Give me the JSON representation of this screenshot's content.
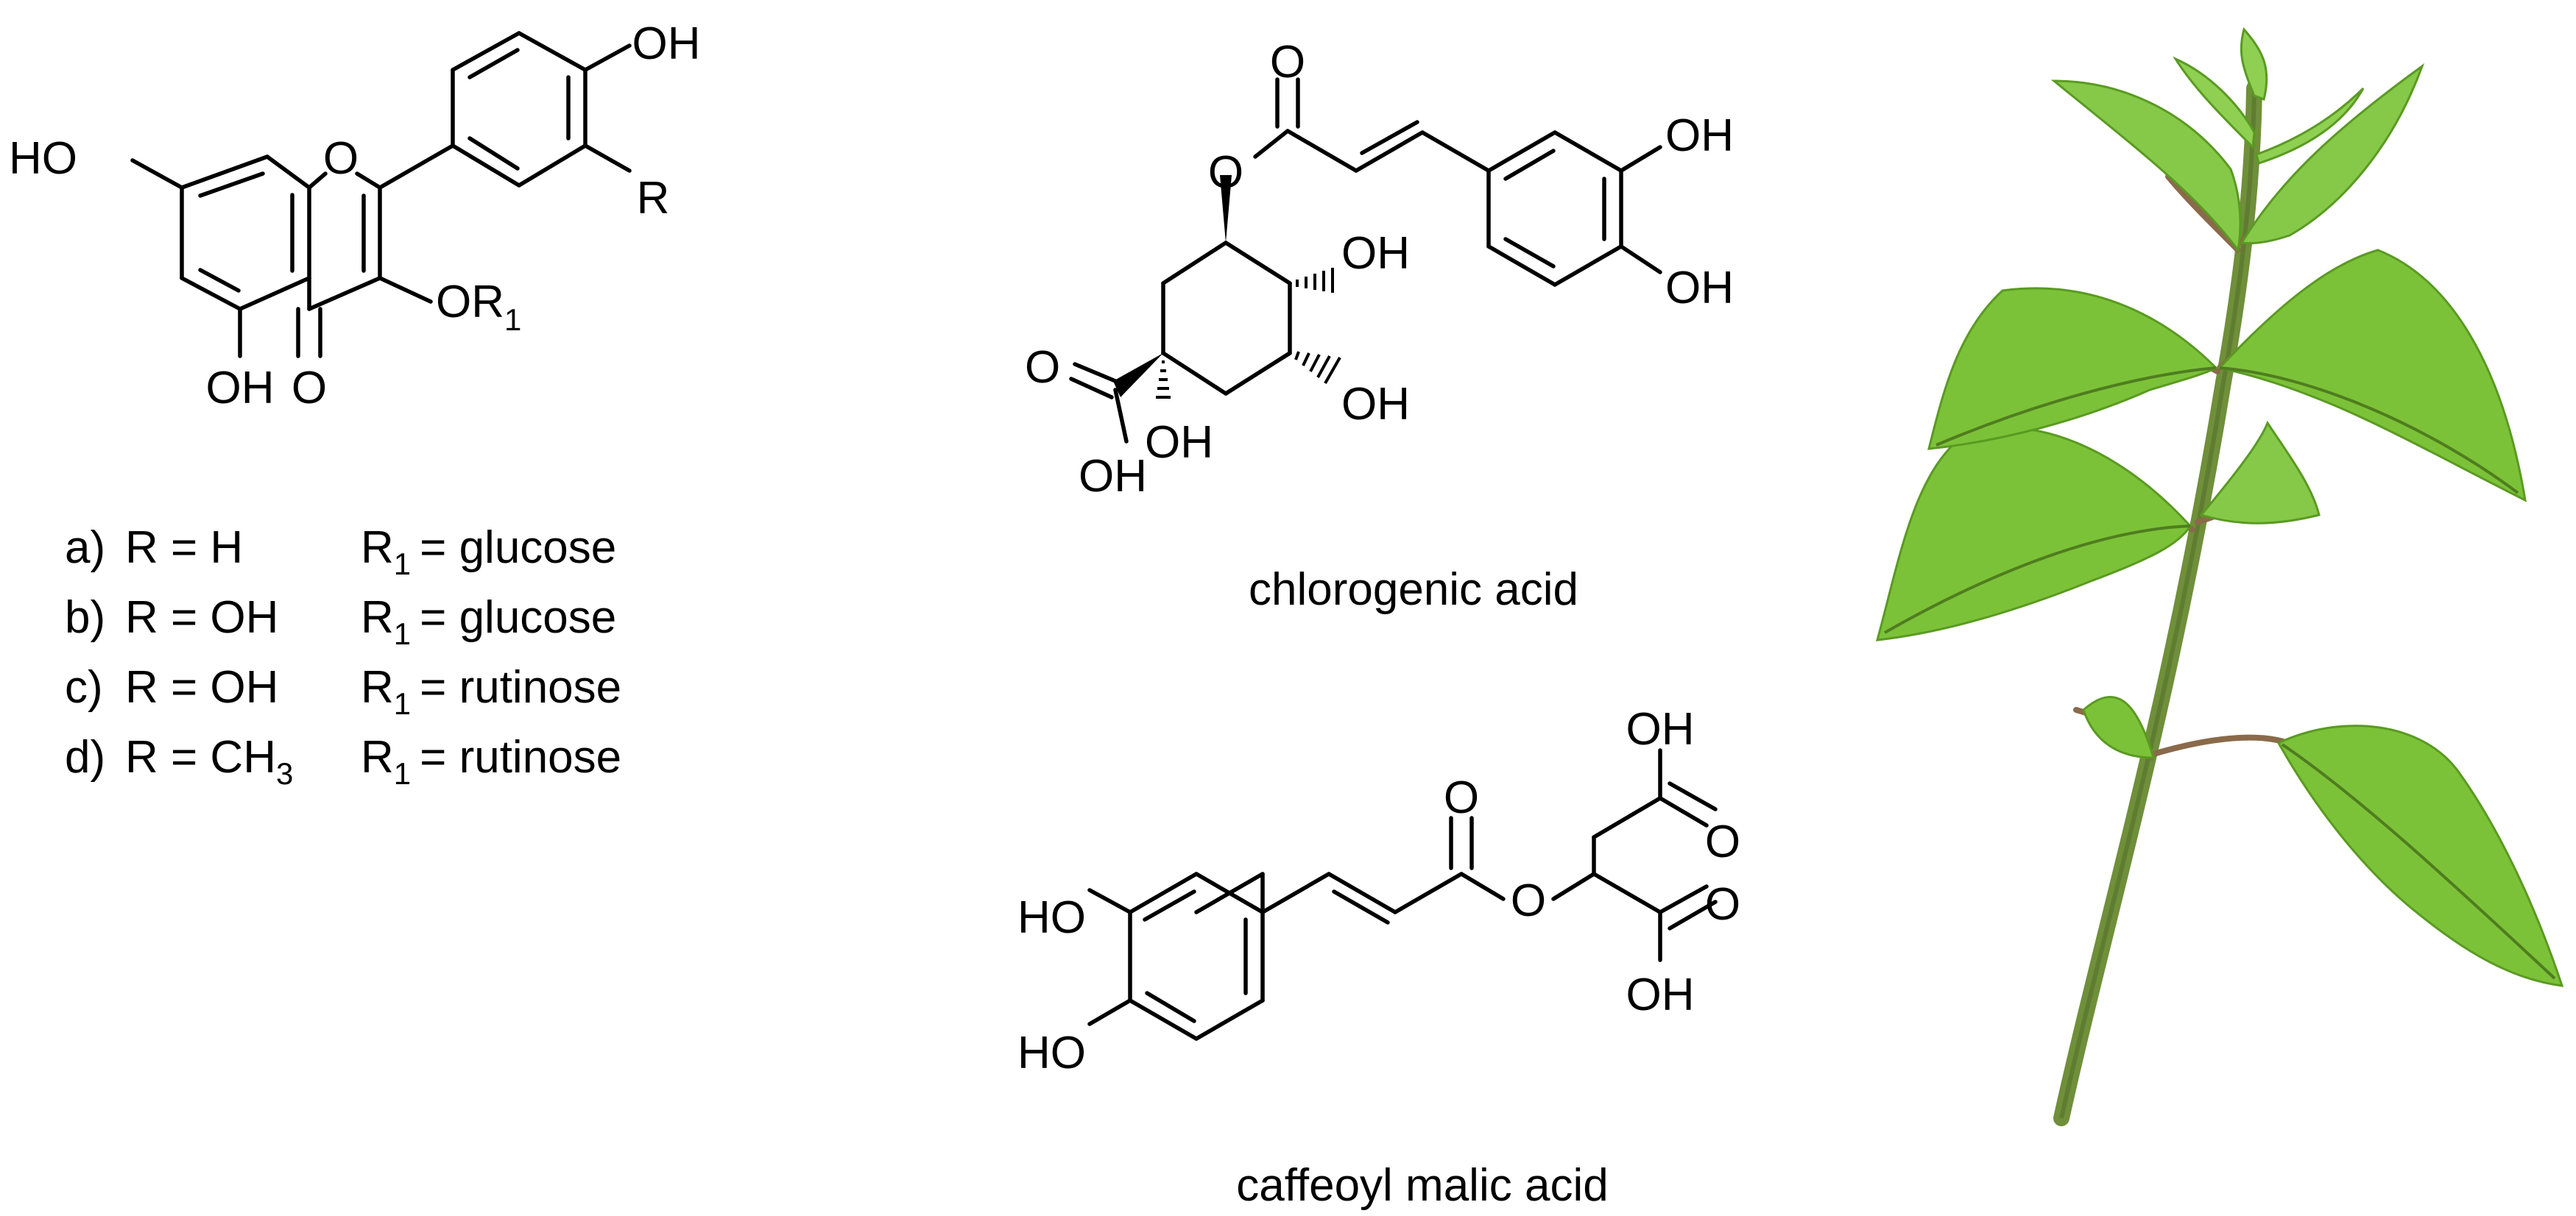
{
  "flavonol": {
    "atoms": {
      "oh_top": "OH",
      "r": "R",
      "ho_left": "HO",
      "o_ring": "O",
      "or1": "OR",
      "or1_sub": "1",
      "oh_bottom": "OH",
      "o_keto": "O"
    },
    "substituents": [
      {
        "label": "a)",
        "r": "R = H",
        "r_sub": "",
        "r1": "R",
        "r1_sub": "1",
        "r1_value": "= glucose"
      },
      {
        "label": "b)",
        "r": "R = OH",
        "r_sub": "",
        "r1": "R",
        "r1_sub": "1",
        "r1_value": "= glucose"
      },
      {
        "label": "c)",
        "r": "R = OH",
        "r_sub": "",
        "r1": "R",
        "r1_sub": "1",
        "r1_value": "= rutinose"
      },
      {
        "label": "d)",
        "r": "R = CH",
        "r_sub": "3",
        "r1": "R",
        "r1_sub": "1",
        "r1_value": "= rutinose"
      }
    ]
  },
  "chlorogenic": {
    "name": "chlorogenic acid",
    "atoms": {
      "o_carbonyl": "O",
      "o_ester": "O",
      "oh_cat1": "OH",
      "oh_cat2": "OH",
      "oh_c4": "OH",
      "oh_c5": "OH",
      "o_acid": "O",
      "oh_c1": "OH",
      "oh_acid": "OH"
    }
  },
  "caffeoyl": {
    "name": "caffeoyl malic acid",
    "atoms": {
      "oh_acid1": "OH",
      "o_acid1": "O",
      "o_carbonyl": "O",
      "ho_top": "HO",
      "ho_bottom": "HO",
      "o_ester": "O",
      "o_acid2": "O",
      "oh_acid2": "OH"
    }
  },
  "plant": {
    "kind": "nettle-sprig-illustration",
    "colors": {
      "leaf": "#7cc238",
      "leaf_dark": "#5a9a22",
      "vein": "#4f7d1f",
      "stem": "#6f8f3a",
      "petiole": "#8a6a4a"
    }
  }
}
